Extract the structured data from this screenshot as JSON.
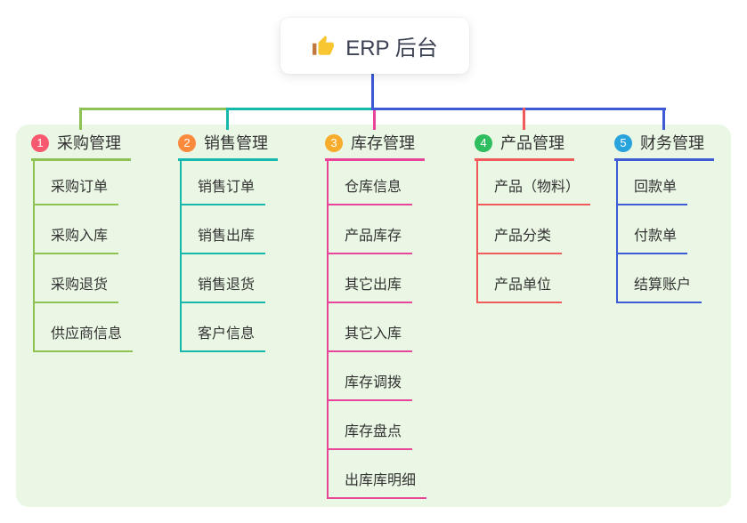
{
  "root": {
    "label": "ERP 后台",
    "icon": "thumbs-up-icon",
    "line_color": "#3D5AD7"
  },
  "panel": {
    "background": "#EAF7E4"
  },
  "branches": [
    {
      "badge": "1",
      "title": "采购管理",
      "badge_color": "#F8596F",
      "line_color": "#8EC254",
      "children": [
        "采购订单",
        "采购入库",
        "采购退货",
        "供应商信息"
      ]
    },
    {
      "badge": "2",
      "title": "销售管理",
      "badge_color": "#FB8A3C",
      "line_color": "#16B8AE",
      "children": [
        "销售订单",
        "销售出库",
        "销售退货",
        "客户信息"
      ]
    },
    {
      "badge": "3",
      "title": "库存管理",
      "badge_color": "#F7AC2B",
      "line_color": "#E8449A",
      "children": [
        "仓库信息",
        "产品库存",
        "其它出库",
        "其它入库",
        "库存调拨",
        "库存盘点",
        "出库库明细"
      ]
    },
    {
      "badge": "4",
      "title": "产品管理",
      "badge_color": "#2EBE60",
      "line_color": "#F05A5A",
      "children": [
        "产品（物料）",
        "产品分类",
        "产品单位"
      ]
    },
    {
      "badge": "5",
      "title": "财务管理",
      "badge_color": "#29A3DC",
      "line_color": "#3D5AD7",
      "children": [
        "回款单",
        "付款单",
        "结算账户"
      ]
    }
  ]
}
